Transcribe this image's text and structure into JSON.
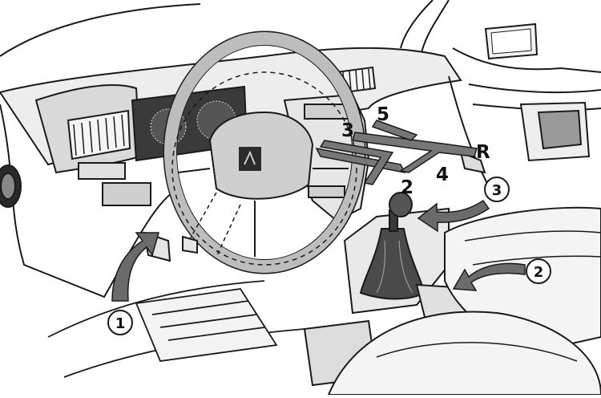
{
  "figure": {
    "gear_labels": {
      "g1": "",
      "g2": "2",
      "g3": "3",
      "g4": "4",
      "g5": "5",
      "gR": "R"
    },
    "callouts": [
      {
        "number": "1",
        "target": "clutch-pedal"
      },
      {
        "number": "2",
        "target": "parking-brake-lever"
      },
      {
        "number": "3",
        "target": "gear-shift-lever"
      }
    ],
    "colors": {
      "ink": "#1a1a1a",
      "shift_pattern_fill": "#777777",
      "arrow_fill": "#6b6b6b",
      "wheel_fill": "#bdbdbd",
      "panel_fill": "#d9d9d9"
    }
  }
}
